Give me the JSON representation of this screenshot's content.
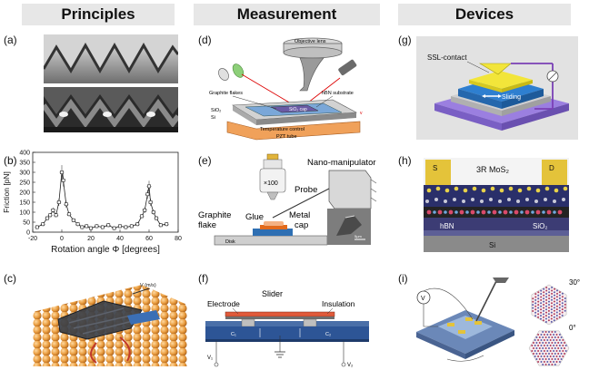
{
  "headers": {
    "principles": "Principles",
    "measurement": "Measurement",
    "devices": "Devices"
  },
  "labels": {
    "a": "(a)",
    "b": "(b)",
    "c": "(c)",
    "d": "(d)",
    "e": "(e)",
    "f": "(f)",
    "g": "(g)",
    "h": "(h)",
    "i": "(i)"
  },
  "panel_c": {
    "velocity": "V (m/s)"
  },
  "panel_d": {
    "objective": "Objective lens",
    "graphite": "Graphite flakes",
    "hbn": "hBN substrate",
    "sio2": "SiO₂",
    "si": "Si",
    "sio2cap": "SiO₂ cap",
    "temp": "Temperature control",
    "pzt": "PZT tube"
  },
  "panel_e": {
    "nano": "Nano-manipulator",
    "probe": "Probe",
    "mag": "×100",
    "glue": "Glue",
    "metal": "Metal",
    "cap": "cap",
    "graphite": "Graphite",
    "flake": "flake",
    "disk": "Disk",
    "scale": "5μm"
  },
  "panel_f": {
    "slider": "Slider",
    "electrode": "Electrode",
    "insulation": "Insulation",
    "c1": "C₁",
    "c2": "C₂",
    "v1": "V₁",
    "v2": "V₂"
  },
  "panel_g": {
    "ssl": "SSL-contact",
    "sliding": "Sliding"
  },
  "panel_h": {
    "s": "S",
    "d": "D",
    "mos2": "3R MoS₂",
    "hbn": "hBN",
    "sio2": "SiO₂",
    "si": "Si"
  },
  "panel_i": {
    "v": "V",
    "a30": "30°",
    "a0": "0°"
  },
  "chart_data": {
    "type": "scatter",
    "title": "",
    "xlabel": "Rotation angle Φ [degrees]",
    "ylabel": "Friction [pN]",
    "xlim": [
      -20,
      80
    ],
    "ylim": [
      0,
      400
    ],
    "xticks": [
      -20,
      0,
      20,
      40,
      60,
      80
    ],
    "yticks": [
      0,
      50,
      100,
      150,
      200,
      250,
      300,
      350,
      400
    ],
    "x": [
      -17,
      -13,
      -10,
      -8,
      -6,
      -4,
      -2,
      0,
      1,
      3,
      5,
      8,
      11,
      14,
      17,
      20,
      24,
      28,
      32,
      36,
      40,
      44,
      48,
      52,
      55,
      57,
      59,
      60,
      61,
      63,
      65,
      68,
      72
    ],
    "y": [
      25,
      40,
      70,
      85,
      110,
      85,
      150,
      300,
      260,
      140,
      90,
      60,
      40,
      25,
      30,
      20,
      30,
      25,
      35,
      20,
      30,
      25,
      30,
      40,
      80,
      110,
      190,
      230,
      150,
      100,
      70,
      35,
      40
    ],
    "grid": false
  }
}
